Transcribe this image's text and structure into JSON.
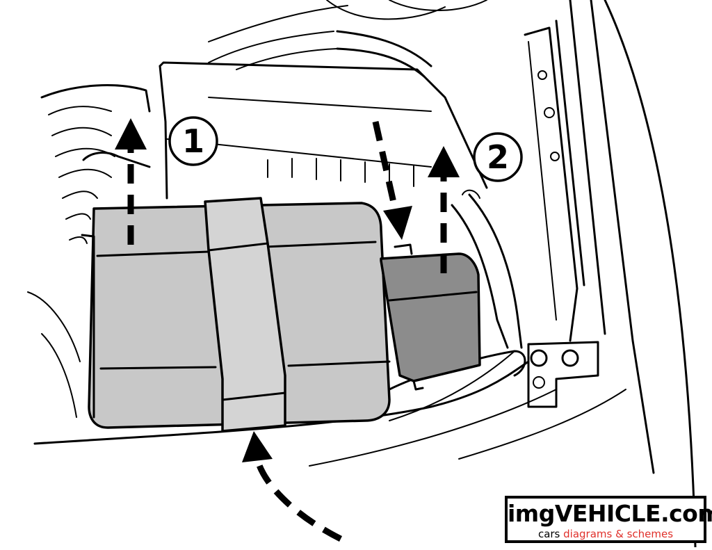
{
  "callouts": [
    {
      "label": "1"
    },
    {
      "label": "2"
    }
  ],
  "watermark": {
    "brand": "imgVEHICLE.com",
    "tagline_prefix": "cars",
    "tagline_accent": "diagrams & schemes",
    "accent_color": "#e0302a"
  },
  "colors": {
    "main_fuse_box": "#c8c8c8",
    "secondary_fuse_box": "#8c8c8c",
    "strap": "#d4d4d4"
  }
}
